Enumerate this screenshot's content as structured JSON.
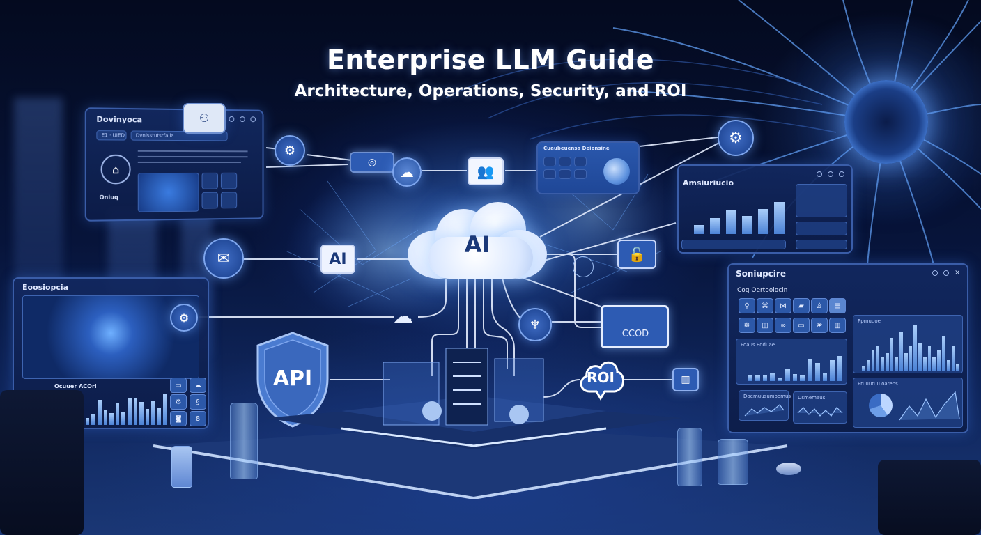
{
  "hero": {
    "title": "Enterprise LLM Guide",
    "subtitle": "Architecture, Operations, Security, and ROI"
  },
  "center": {
    "cloud_label": "AI",
    "ai_node_label": "AI",
    "shield_label": "API",
    "roi_label": "ROI",
    "ccod_label": "CCOD"
  },
  "panels": {
    "top_left": {
      "title": "Dovinyoca",
      "tab_a": "E1 · UIED",
      "tab_b": "Dvnlsstutsrfaiia",
      "status": "Oniuq",
      "popup_icon": "device-icon"
    },
    "top_center": {
      "title": "Cuaubeuensa Deiensine"
    },
    "top_right": {
      "title": "Amsiuriucio",
      "chart": {
        "type": "bar",
        "values": [
          22,
          40,
          58,
          44,
          62,
          80
        ],
        "trend_line": true
      }
    },
    "left": {
      "title": "Eoosiopcia",
      "section": "Ocuuer ACOri",
      "chart": {
        "type": "bar",
        "values": [
          55,
          40,
          62,
          48,
          38,
          22,
          34,
          78,
          46,
          36,
          70,
          40,
          82,
          84,
          72,
          50,
          76,
          52,
          95
        ]
      }
    },
    "right": {
      "title": "Soniupcire",
      "section": "Coq Oertooiocin",
      "chart_a_title": "Poaus Eoduae",
      "chart_a": {
        "type": "bar",
        "values": [
          18,
          18,
          18,
          28,
          10,
          38,
          22,
          18,
          70,
          58,
          28,
          68,
          82
        ]
      },
      "chart_b_title": "Ppmuuoe",
      "chart_b": {
        "type": "bar",
        "values": [
          10,
          25,
          45,
          55,
          30,
          40,
          72,
          30,
          85,
          40,
          55,
          100,
          60,
          32,
          55,
          30,
          45,
          78,
          25,
          55,
          15
        ]
      },
      "chart_c_title": "Doemuusumoomus",
      "chart_d_title": "Dsmemaus",
      "chart_e_title": "Pruuutuu oarens"
    }
  },
  "icons": [
    "robot-gear-icon",
    "camera-icon",
    "cloud-icon",
    "users-icon",
    "gear-icon",
    "mail-icon",
    "open-lock-icon",
    "cloud-small-icon",
    "gear-small-icon",
    "globe-icon",
    "barcode-card-icon"
  ],
  "colors": {
    "background": "#050d26",
    "accent": "#4b82d6",
    "glow": "#7ea6ee",
    "panel": "#122860",
    "text": "#ffffff"
  }
}
